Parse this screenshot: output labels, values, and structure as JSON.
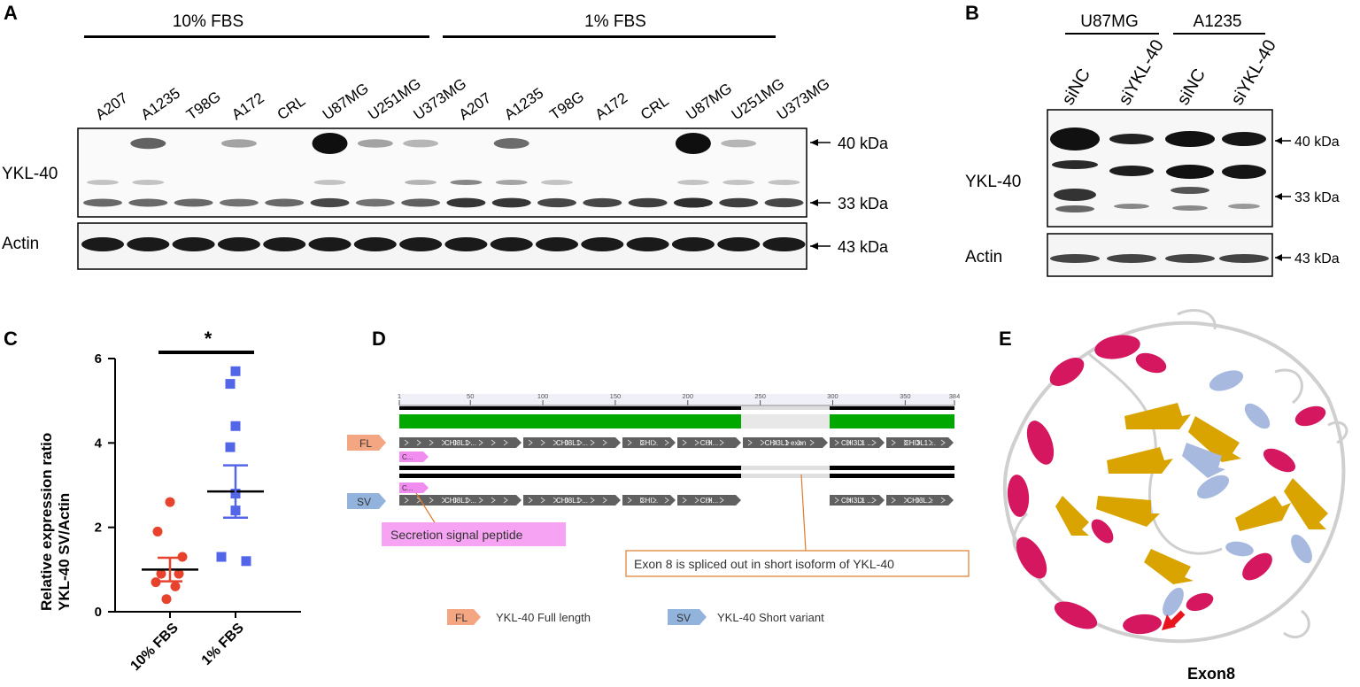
{
  "panels": [
    "A",
    "B",
    "C",
    "D",
    "E"
  ],
  "panel_a": {
    "conditions": [
      "10% FBS",
      "1% FBS"
    ],
    "lanes_10": [
      "A207",
      "A1235",
      "T98G",
      "A172",
      "CRL",
      "U87MG",
      "U251MG",
      "U373MG"
    ],
    "lanes_1": [
      "A207",
      "A1235",
      "T98G",
      "A172",
      "CRL",
      "U87MG",
      "U251MG",
      "U373MG"
    ],
    "blot_top_label": "YKL-40",
    "blot_bottom_label": "Actin",
    "markers": [
      "40 kDa",
      "33 kDa",
      "43 kDa"
    ]
  },
  "panel_b": {
    "groups": [
      "U87MG",
      "A1235"
    ],
    "lanes": [
      "siNC",
      "siYKL-40",
      "siNC",
      "siYKL-40"
    ],
    "blot_top_label": "YKL-40",
    "blot_bottom_label": "Actin",
    "markers": [
      "40 kDa",
      "33 kDa",
      "43 kDa"
    ]
  },
  "chart_data": {
    "type": "scatter",
    "ylabel_line1": "Relative expression ratio",
    "ylabel_line2": "YKL-40 SV/Actin",
    "categories": [
      "10% FBS",
      "1% FBS"
    ],
    "ylim": [
      0,
      6
    ],
    "yticks": [
      "0",
      "2",
      "4",
      "6"
    ],
    "significance": "*",
    "series": [
      {
        "values": [
          2.6,
          1.9,
          1.3,
          0.9,
          0.9,
          0.7,
          0.6,
          0.3
        ],
        "mean": 1.0,
        "sem": 0.28,
        "color": "#e8412c",
        "marker": "circle"
      },
      {
        "values": [
          5.4,
          5.7,
          4.4,
          3.9,
          2.8,
          2.4,
          1.3,
          1.2
        ],
        "mean": 2.85,
        "sem": 0.62,
        "color": "#5466e8",
        "marker": "square"
      }
    ]
  },
  "panel_d": {
    "ruler_ticks": [
      "1",
      "50",
      "100",
      "150",
      "200",
      "250",
      "300",
      "350",
      "384"
    ],
    "fl_tag": "FL",
    "sv_tag": "SV",
    "exon_label": "CHI3L1 exon",
    "exon_short_1": "CHI3L1 ...",
    "exon_short_2": "CHI...",
    "exon_short_3": "CHI3L...",
    "peptide_tag": "C...",
    "signal_label": "Secretion signal peptide",
    "splice_note": "Exon 8 is spliced out in short isoform of YKL-40",
    "legend_fl": "YKL-40 Full length",
    "legend_sv": "YKL-40 Short variant",
    "colors": {
      "fl": "#f4a582",
      "sv": "#92b4dc",
      "green": "#00a800",
      "peptide": "#f18cf1"
    }
  },
  "panel_e": {
    "arrow_label": "Exon8",
    "colors": {
      "helix": "#d4175f",
      "sheet": "#d9a300",
      "exon": "#a8b9e0",
      "coil": "#cfcfcf",
      "arrow": "#e8141e"
    }
  }
}
